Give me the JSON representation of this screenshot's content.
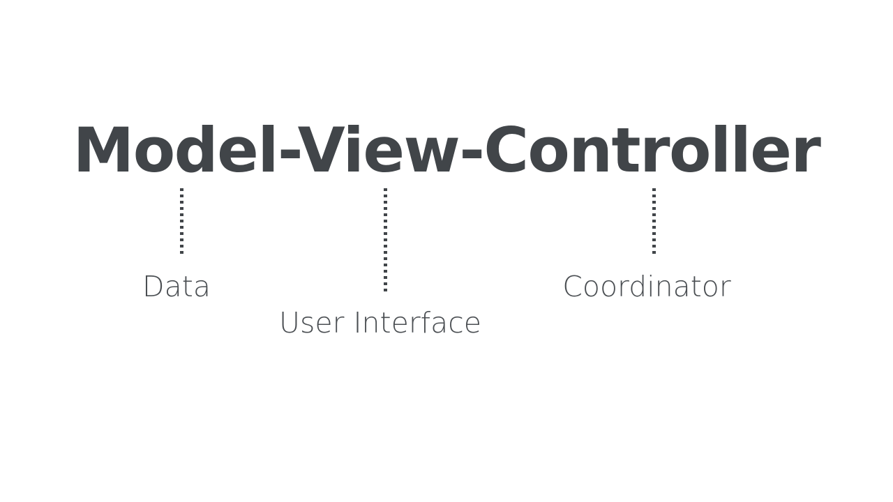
{
  "slide": {
    "background_color": "#ffffff",
    "text_color": "#414549"
  },
  "title": {
    "text": "Model-View-Controller"
  },
  "connectors": [
    {
      "name": "model",
      "label": "Data"
    },
    {
      "name": "view",
      "label": "User Interface"
    },
    {
      "name": "controller",
      "label": "Coordinator"
    }
  ],
  "labels": {
    "model": "Data",
    "view": "User Interface",
    "controller": "Coordinator"
  }
}
